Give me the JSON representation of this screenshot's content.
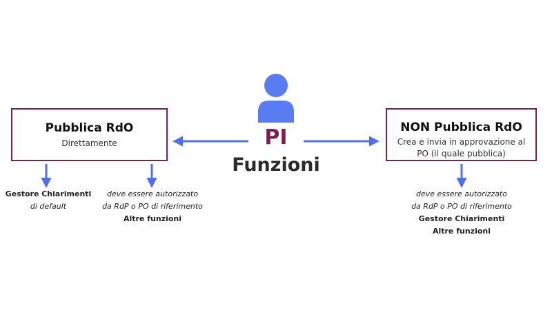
{
  "center": {
    "title": "PI",
    "subtitle": "Funzioni"
  },
  "colors": {
    "accent": "#7a1f4e",
    "arrow": "#4f6ef0",
    "person": "#5a7cf2"
  },
  "icons": {
    "center": "person-icon"
  },
  "left_box": {
    "title": "Pubblica RdO",
    "subtitle": "Direttamente"
  },
  "right_box": {
    "title": "NON Pubblica RdO",
    "subtitle_lines": [
      "Crea e invia in approvazione al",
      "PO (il quale pubblica)"
    ]
  },
  "left_note_1": {
    "lines": [
      "Gestore Chiarimenti",
      "di default"
    ]
  },
  "left_note_2": {
    "lines": [
      "deve essere autorizzato",
      "da RdP o PO di riferimento",
      "Altre funzioni"
    ]
  },
  "right_note": {
    "lines": [
      "deve essere autorizzato",
      "da RdP o PO di riferimento",
      "Gestore Chiarimenti",
      "Altre funzioni"
    ]
  }
}
